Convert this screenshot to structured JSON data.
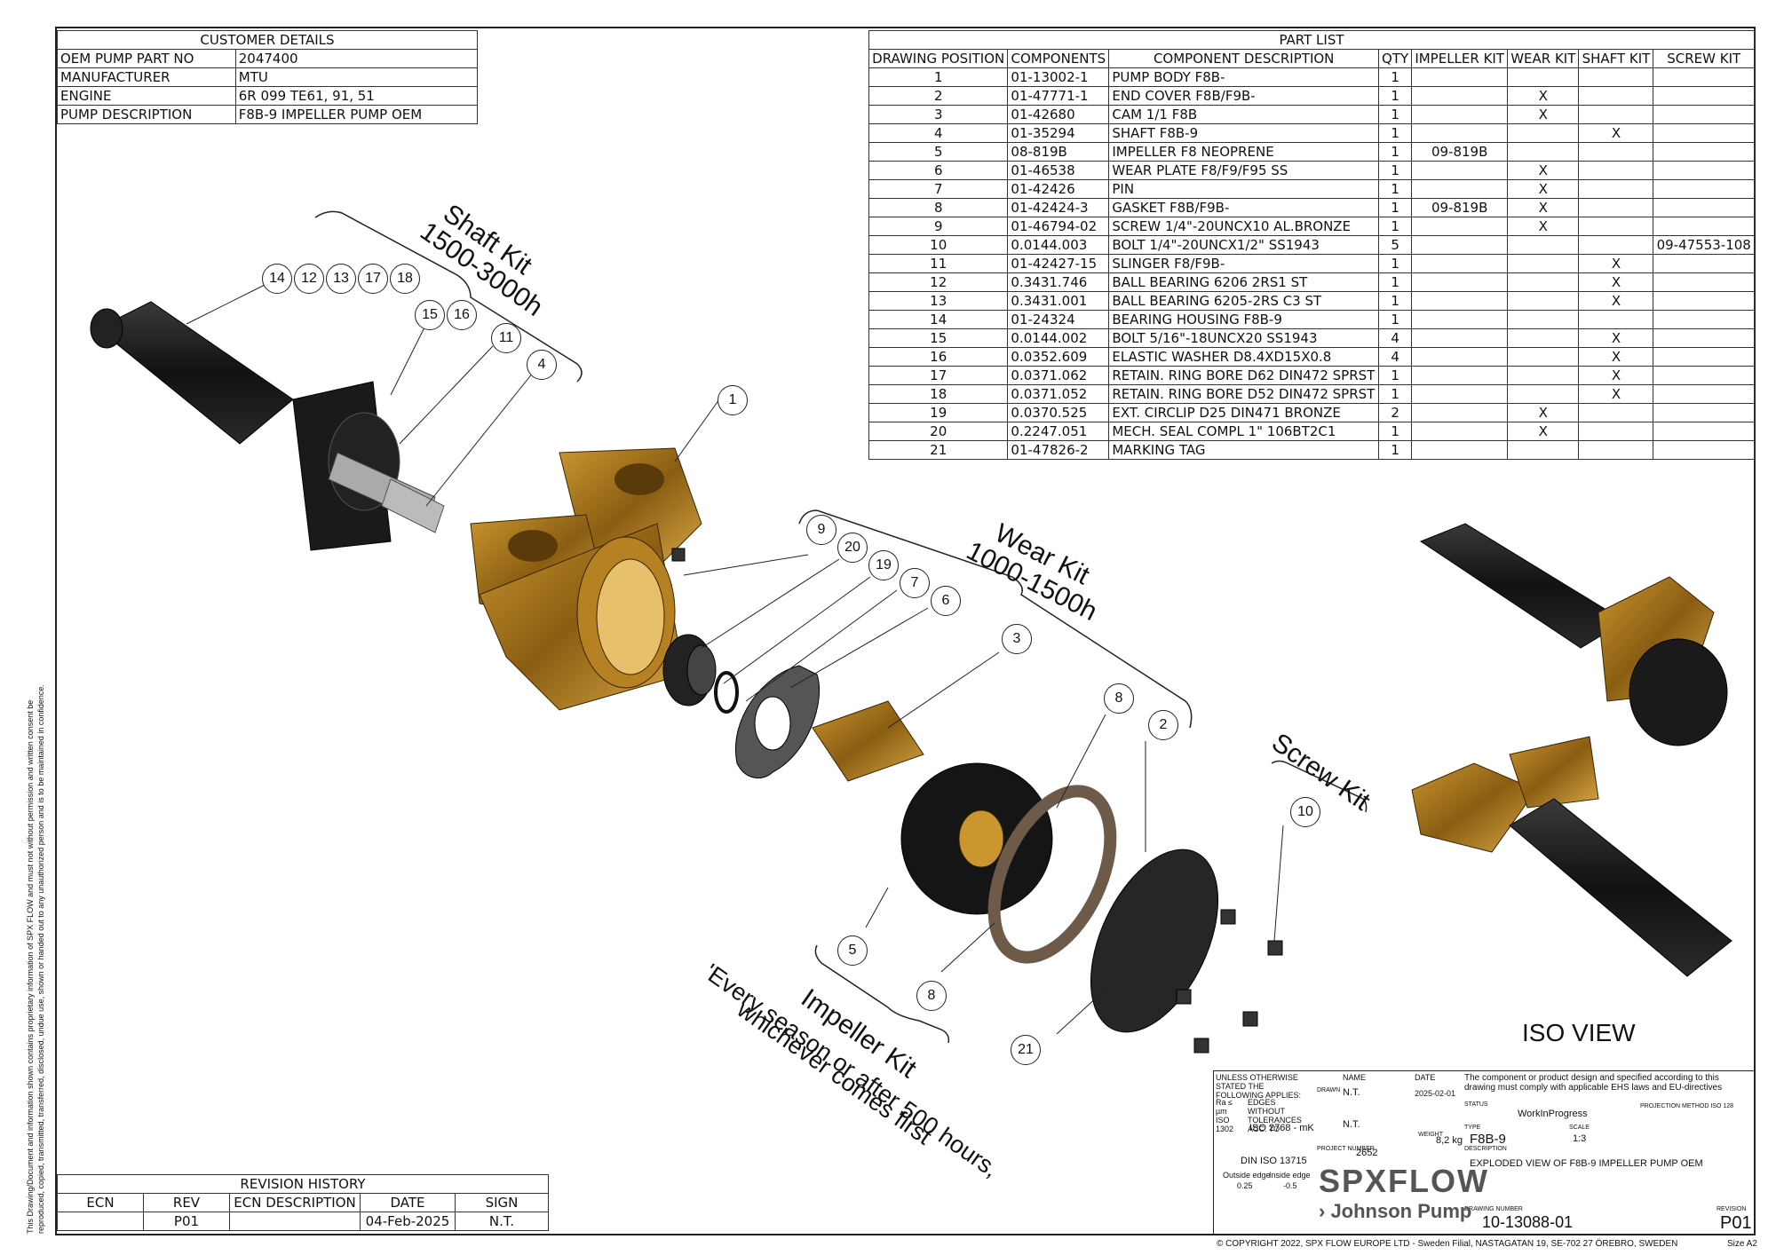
{
  "customer": {
    "title": "CUSTOMER DETAILS",
    "rows": [
      [
        "OEM PUMP PART NO",
        "2047400"
      ],
      [
        "MANUFACTURER",
        "MTU"
      ],
      [
        "ENGINE",
        "6R 099 TE61, 91, 51"
      ],
      [
        "PUMP DESCRIPTION",
        "F8B-9 IMPELLER PUMP OEM"
      ]
    ]
  },
  "part_list": {
    "title": "PART LIST",
    "headers": [
      "DRAWING POSITION",
      "COMPONENTS",
      "COMPONENT DESCRIPTION",
      "QTY",
      "IMPELLER KIT",
      "WEAR KIT",
      "SHAFT KIT",
      "SCREW KIT"
    ],
    "rows": [
      [
        "1",
        "01-13002-1",
        "PUMP BODY F8B-",
        "1",
        "",
        "",
        "",
        ""
      ],
      [
        "2",
        "01-47771-1",
        "END COVER F8B/F9B-",
        "1",
        "",
        "X",
        "",
        ""
      ],
      [
        "3",
        "01-42680",
        "CAM 1/1 F8B",
        "1",
        "",
        "X",
        "",
        ""
      ],
      [
        "4",
        "01-35294",
        "SHAFT F8B-9",
        "1",
        "",
        "",
        "X",
        ""
      ],
      [
        "5",
        "08-819B",
        "IMPELLER F8 NEOPRENE",
        "1",
        "09-819B",
        "",
        "",
        ""
      ],
      [
        "6",
        "01-46538",
        "WEAR PLATE F8/F9/F95 SS",
        "1",
        "",
        "X",
        "",
        ""
      ],
      [
        "7",
        "01-42426",
        "PIN",
        "1",
        "",
        "X",
        "",
        ""
      ],
      [
        "8",
        "01-42424-3",
        "GASKET F8B/F9B-",
        "1",
        "09-819B",
        "X",
        "",
        ""
      ],
      [
        "9",
        "01-46794-02",
        "SCREW 1/4\"-20UNCX10 AL.BRONZE",
        "1",
        "",
        "X",
        "",
        ""
      ],
      [
        "10",
        "0.0144.003",
        "BOLT 1/4\"-20UNCX1/2\" SS1943",
        "5",
        "",
        "",
        "",
        "09-47553-108"
      ],
      [
        "11",
        "01-42427-15",
        "SLINGER F8/F9B-",
        "1",
        "",
        "",
        "X",
        ""
      ],
      [
        "12",
        "0.3431.746",
        "BALL BEARING 6206 2RS1 ST",
        "1",
        "",
        "",
        "X",
        ""
      ],
      [
        "13",
        "0.3431.001",
        "BALL BEARING 6205-2RS C3 ST",
        "1",
        "",
        "",
        "X",
        ""
      ],
      [
        "14",
        "01-24324",
        "BEARING HOUSING F8B-9",
        "1",
        "",
        "",
        "",
        ""
      ],
      [
        "15",
        "0.0144.002",
        "BOLT 5/16\"-18UNCX20 SS1943",
        "4",
        "",
        "",
        "X",
        ""
      ],
      [
        "16",
        "0.0352.609",
        "ELASTIC WASHER D8.4XD15X0.8",
        "4",
        "",
        "",
        "X",
        ""
      ],
      [
        "17",
        "0.0371.062",
        "RETAIN. RING BORE D62 DIN472 SPRST",
        "1",
        "",
        "",
        "X",
        ""
      ],
      [
        "18",
        "0.0371.052",
        "RETAIN. RING BORE D52 DIN472 SPRST",
        "1",
        "",
        "",
        "X",
        ""
      ],
      [
        "19",
        "0.0370.525",
        "EXT. CIRCLIP D25 DIN471 BRONZE",
        "2",
        "",
        "X",
        "",
        ""
      ],
      [
        "20",
        "0.2247.051",
        "MECH. SEAL COMPL 1\" 106BT2C1",
        "1",
        "",
        "X",
        "",
        ""
      ],
      [
        "21",
        "01-47826-2",
        "MARKING TAG",
        "1",
        "",
        "",
        "",
        ""
      ]
    ]
  },
  "revision": {
    "title": "REVISION HISTORY",
    "headers": [
      "ECN",
      "REV",
      "ECN DESCRIPTION",
      "DATE",
      "SIGN"
    ],
    "row": [
      "",
      "P01",
      "",
      "04-Feb-2025",
      "N.T."
    ]
  },
  "kits": {
    "shaft": [
      "Shaft Kit",
      "1500-3000h"
    ],
    "wear": [
      "Wear Kit",
      "1000-1500h"
    ],
    "screw": "Screw Kit",
    "impeller": [
      "Impeller Kit",
      "'Every season or after 500 hours,",
      "whichever comes first"
    ]
  },
  "iso_view": "ISO VIEW",
  "callouts": [
    "14",
    "12",
    "13",
    "17",
    "18",
    "15",
    "16",
    "11",
    "4",
    "1",
    "9",
    "20",
    "19",
    "7",
    "6",
    "3",
    "8",
    "2",
    "10",
    "5",
    "8",
    "21"
  ],
  "confidential": "This Drawing/Document and information shown contains proprietary information of SPX FLOW and must not without permission and written consent be reproduced, copied, transmitted, transferred, disclosed, undue use, shown or handed out to any unauthorized person and is to be maintained in confidence.",
  "title_block": {
    "unless": "UNLESS OTHERWISE STATED THE FOLLOWING APPLIES:",
    "ra": "Ra ≤ µm ISO 1302",
    "edges": "EDGES WITHOUT TOLERANCES ACC. TO",
    "iso": "ISO 2768 - mK",
    "din": "DIN ISO 13715",
    "outside": "Outside edge",
    "inside": "Inside edge",
    "out_val": "0.25",
    "in_val": "-0.5",
    "name_h": "NAME",
    "date_h": "DATE",
    "drawn_h": "DRAWN",
    "drawn": "N.T.",
    "drawn_date": "2025-02-01",
    "approved": "N.T.",
    "compliance": "The component or product design and specified according to this drawing must comply with applicable EHS laws and EU-directives",
    "status_h": "STATUS",
    "status": "WorkInProgress",
    "projection_h": "PROJECTION METHOD ISO 128",
    "weight_h": "WEIGHT",
    "weight": "8,2 kg",
    "type_h": "TYPE",
    "type": "F8B-9",
    "scale_h": "SCALE",
    "scale": "1:3",
    "project_h": "PROJECT NUMBER",
    "project": "2652",
    "desc_h": "DESCRIPTION",
    "description": "EXPLODED VIEW OF F8B-9 IMPELLER PUMP OEM",
    "drawing_h": "DRAWING NUMBER",
    "drawing_no": "10-13088-01",
    "rev_h": "REVISION",
    "rev": "P01",
    "brand": "SPXFLOW",
    "brand2": "› Johnson Pump",
    "copyright": "© COPYRIGHT 2022, SPX FLOW EUROPE LTD - Sweden Filial, NASTAGATAN 19, SE-702 27 ÖREBRO, SWEDEN",
    "size": "Size  A2"
  }
}
